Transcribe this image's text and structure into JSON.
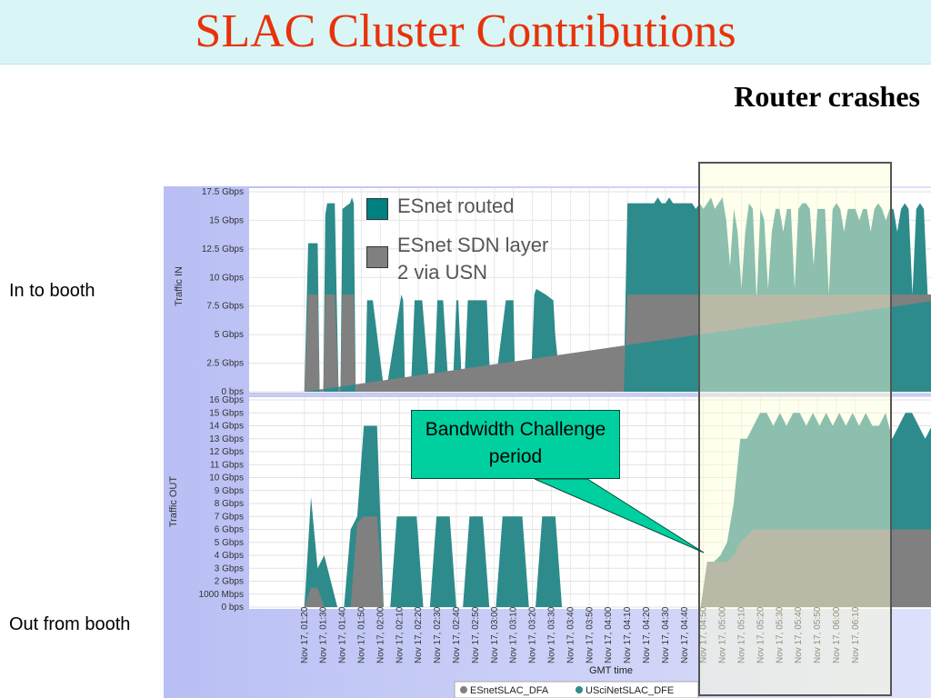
{
  "slide": {
    "title": "SLAC Cluster Contributions",
    "subtitle": "Router crashes",
    "label_in": "In to booth",
    "label_out": "Out from booth",
    "callout": "Bandwidth Challenge period",
    "legend_routed": "ESnet routed",
    "legend_sdn_line1": "ESnet SDN layer",
    "legend_sdn_line2": "2 via USN",
    "title_color": "#e8320c",
    "title_bar_color": "#d9f5f5",
    "callout_color": "#00d0a0"
  },
  "chart_data": [
    {
      "type": "area",
      "ylabel": "Traffic IN",
      "xlabel": "GMT time",
      "y_ticks": [
        "0 bps",
        "2.5 Gbps",
        "5 Gbps",
        "7.5 Gbps",
        "10 Gbps",
        "12.5 Gbps",
        "15 Gbps",
        "17.5 Gbps"
      ],
      "ylim_gbps": [
        0,
        17.5
      ],
      "x_ticks": [
        "Nov 17, 01:20",
        "Nov 17, 01:30",
        "Nov 17, 01:40",
        "Nov 17, 01:50",
        "Nov 17, 02:00",
        "Nov 17, 02:10",
        "Nov 17, 02:20",
        "Nov 17, 02:30",
        "Nov 17, 02:40",
        "Nov 17, 02:50",
        "Nov 17, 03:00",
        "Nov 17, 03:10",
        "Nov 17, 03:20",
        "Nov 17, 03:30",
        "Nov 17, 03:40",
        "Nov 17, 03:50",
        "Nov 17, 04:00",
        "Nov 17, 04:10",
        "Nov 17, 04:20",
        "Nov 17, 04:30",
        "Nov 17, 04:40",
        "Nov 17, 04:50",
        "Nov 17, 05:00",
        "Nov 17, 05:10",
        "Nov 17, 05:20",
        "Nov 17, 05:30",
        "Nov 17, 05:40",
        "Nov 17, 05:50",
        "Nov 17, 06:00",
        "Nov 17, 06:10"
      ],
      "x_minutes_after_0100": [
        20,
        22,
        23,
        27,
        28,
        30,
        31,
        32,
        36,
        38,
        39,
        40,
        44,
        45,
        46,
        47,
        52,
        53,
        55,
        56,
        62,
        63,
        71,
        72,
        73,
        76,
        78,
        80,
        81,
        82,
        86,
        88,
        90,
        92,
        93,
        96,
        98,
        100,
        101,
        103,
        104,
        106,
        112,
        113,
        116,
        118,
        120,
        126,
        130,
        131,
        136,
        139,
        141,
        142,
        147,
        151,
        152,
        155,
        157,
        160,
        163,
        166,
        168,
        170,
        176,
        177,
        179,
        180,
        182,
        186,
        188,
        190,
        192,
        194,
        196,
        198,
        200,
        202,
        204,
        206,
        208,
        210,
        212,
        214,
        216,
        218,
        220,
        222,
        224,
        226,
        228,
        230,
        232,
        234,
        236,
        238,
        240,
        242,
        244,
        246,
        248,
        250,
        252,
        254,
        256,
        258,
        260,
        262,
        264,
        266,
        268,
        270,
        272,
        274,
        276,
        278,
        280,
        282,
        284,
        286,
        288,
        290,
        292,
        294,
        296,
        298,
        300,
        302,
        304,
        306,
        308,
        310,
        312,
        314,
        316,
        318,
        320,
        322,
        324,
        326,
        328,
        330,
        332,
        334,
        336,
        338,
        340,
        342,
        344,
        346,
        348,
        350,
        352,
        354,
        356,
        358,
        360,
        362,
        364,
        366,
        368,
        370,
        372,
        374,
        376,
        378
      ],
      "series": [
        {
          "name": "ESnetSLAC_DFA",
          "color": "#808080",
          "values": [
            0,
            8.5,
            8.5,
            8.5,
            0,
            0,
            8.5,
            8.5,
            8.5,
            0,
            0,
            8.5,
            8.5,
            8.5,
            8.5,
            0,
            0,
            0,
            0,
            0,
            0,
            0,
            0,
            0,
            0,
            0,
            0,
            0,
            0,
            0,
            0,
            0,
            0,
            0,
            0,
            0,
            0,
            0,
            0,
            0,
            0,
            0,
            0,
            0,
            0,
            0,
            0,
            0,
            0,
            0,
            0,
            0,
            0,
            0,
            0,
            0,
            0,
            0,
            0,
            0,
            0,
            0,
            0,
            0,
            0,
            0,
            0,
            0,
            0,
            0,
            0,
            8.5,
            8.5,
            8.5,
            8.5,
            8.5,
            8.5,
            8.5,
            8.5,
            8.5,
            8.5,
            8.5,
            8.5,
            8.5,
            8.5,
            8.5,
            8.5,
            8.5,
            8.5,
            8.5,
            8.5,
            8.5,
            8.5,
            8.5,
            8.5,
            8.5,
            8.5,
            8.5,
            8.5,
            8.5,
            8.5,
            8.5,
            8.5,
            8.5,
            8.5,
            8.5,
            8.5,
            8.5,
            8.5,
            8.5,
            8.5,
            8.5,
            8.5,
            8.5,
            8.5,
            8.5,
            8.5,
            8.5,
            8.5,
            8.5,
            8.5,
            8.5,
            8.5,
            8.5,
            8.5,
            8.5,
            8.5,
            8.5,
            8.5,
            8.5,
            8.5,
            8.5,
            8.5,
            8.5,
            8.5,
            8.5,
            8.5,
            8.5,
            8.5,
            8.5,
            8.5,
            8.5,
            8.5,
            8.5,
            8.5,
            8.5,
            8.5,
            8.5,
            8.5,
            8.5,
            8.5,
            8.5,
            8.5,
            8.5,
            8.5,
            8.5,
            8.5,
            8.5,
            8.5,
            8.5,
            8.5,
            8.5,
            8.5,
            8.5
          ]
        },
        {
          "name": "USciNetSLAC_DFE",
          "color": "#2e8b8b",
          "values": [
            0,
            13,
            13,
            13,
            0,
            0,
            15.5,
            16.5,
            16.5,
            0,
            0,
            16,
            16.5,
            17,
            16.5,
            0,
            0,
            8,
            8,
            8,
            0,
            0,
            8.5,
            8,
            0,
            0,
            8,
            8,
            8,
            8,
            0,
            0,
            8,
            8,
            8,
            0,
            0,
            8,
            8,
            0,
            0,
            8,
            8,
            8,
            8,
            0,
            0,
            8,
            8,
            0,
            0,
            0,
            8.5,
            9,
            8.5,
            8,
            5,
            0,
            0,
            0,
            0,
            0,
            0,
            0,
            0,
            0,
            0,
            0,
            0,
            0,
            0,
            16.5,
            16.5,
            16.5,
            16.5,
            16.5,
            16.5,
            16.5,
            16.5,
            17,
            16.5,
            16.5,
            17,
            16.5,
            16.5,
            16.5,
            16.5,
            16.5,
            16.5,
            16,
            16.5,
            16,
            16.5,
            17,
            16,
            16.5,
            17,
            15,
            11,
            16,
            14,
            9,
            14,
            16.5,
            16,
            8,
            16,
            15,
            9,
            14,
            16,
            16,
            14,
            16,
            16,
            9,
            16,
            16.5,
            16.5,
            16,
            11,
            16,
            16,
            16,
            8.5,
            16,
            16.5,
            16,
            14,
            16,
            16,
            16,
            15,
            16,
            16,
            14,
            16,
            16.5,
            16,
            15,
            16,
            16,
            14,
            16,
            16.5,
            16,
            8.5,
            16,
            16.5,
            16,
            8.5,
            8.5,
            8.5,
            8.5,
            8.5,
            8.5,
            8.5,
            8.5,
            8.5,
            8.5,
            8.5,
            8.5,
            8.5,
            8.5,
            8.5,
            8.5,
            8.5,
            8.5,
            8.5,
            8.5,
            8.5
          ]
        }
      ]
    },
    {
      "type": "area",
      "ylabel": "Traffic OUT",
      "xlabel": "GMT time",
      "y_ticks": [
        "0 bps",
        "1000 Mbps",
        "2 Gbps",
        "3 Gbps",
        "4 Gbps",
        "5 Gbps",
        "6 Gbps",
        "7 Gbps",
        "8 Gbps",
        "9 Gbps",
        "10 Gbps",
        "11 Gbps",
        "12 Gbps",
        "13 Gbps",
        "14 Gbps",
        "15 Gbps",
        "16 Gbps"
      ],
      "ylim_gbps": [
        0,
        16
      ],
      "series_values_gbps": {
        "ESnetSLAC_DFA": [
          0,
          1.5,
          1.5,
          0,
          0,
          0,
          0,
          0,
          6.5,
          7,
          7,
          7,
          0,
          0,
          0,
          0,
          0,
          0,
          0,
          0,
          0,
          0,
          0,
          0,
          0,
          0,
          0,
          0,
          0,
          0,
          0,
          0,
          0,
          0,
          0,
          0,
          0,
          0,
          0,
          0,
          0,
          0,
          0,
          0,
          0,
          0,
          0,
          0,
          0,
          0,
          0,
          0,
          0,
          0,
          0,
          0,
          0,
          0,
          0,
          0,
          0,
          3.5,
          3.5,
          3.5,
          3.5,
          4,
          5,
          5.5,
          6,
          6,
          6,
          6,
          6,
          6,
          6,
          6,
          6,
          6,
          6,
          6,
          6,
          6,
          6,
          6,
          6,
          6,
          6,
          6,
          6,
          6,
          6,
          6,
          6,
          6,
          6,
          6,
          6,
          6,
          6,
          6,
          6,
          5,
          4,
          5,
          5,
          0
        ],
        "USciNetSLAC_DFE": [
          0,
          8.5,
          3,
          4,
          2,
          0,
          0,
          6,
          7,
          14,
          14,
          14,
          0,
          0,
          7,
          7,
          7,
          7,
          0,
          0,
          7,
          7,
          7,
          0,
          0,
          7,
          7,
          7,
          0,
          0,
          7,
          7,
          7,
          7,
          0,
          0,
          7,
          7,
          7,
          0,
          0,
          0,
          0,
          0,
          0,
          0,
          0,
          0,
          0,
          0,
          0,
          0,
          0,
          0,
          0,
          0,
          0,
          0,
          0,
          0,
          0,
          3.5,
          3.5,
          4,
          5,
          8,
          13,
          13,
          14,
          15,
          15,
          14,
          15,
          14,
          15,
          15,
          14,
          15,
          14,
          15,
          14,
          15,
          14,
          15,
          14,
          15,
          14,
          14,
          15,
          13,
          14,
          15,
          15,
          14,
          13,
          14,
          15,
          14,
          15,
          5,
          4,
          5,
          5,
          0
        ]
      },
      "legend": [
        {
          "name": "ESnetSLAC_DFA",
          "color": "#808080"
        },
        {
          "name": "USciNetSLAC_DFE",
          "color": "#2e8b8b"
        }
      ]
    }
  ]
}
